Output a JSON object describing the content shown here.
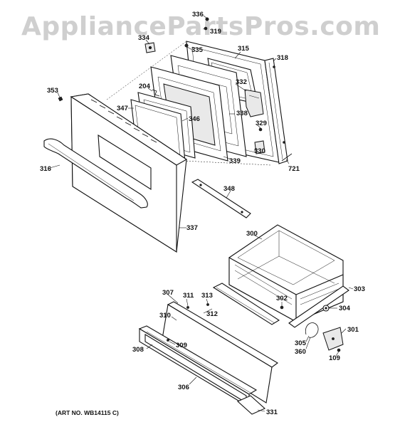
{
  "watermark": "AppliancePartsPros.com",
  "art_number": "(ART NO. WB14115 C)",
  "callouts": [
    {
      "id": "c336",
      "text": "336"
    },
    {
      "id": "c319",
      "text": "319"
    },
    {
      "id": "c334",
      "text": "334"
    },
    {
      "id": "c335",
      "text": "335"
    },
    {
      "id": "c315",
      "text": "315"
    },
    {
      "id": "c318",
      "text": "318"
    },
    {
      "id": "c353",
      "text": "353"
    },
    {
      "id": "c204",
      "text": "204"
    },
    {
      "id": "c332",
      "text": "332"
    },
    {
      "id": "c347",
      "text": "347"
    },
    {
      "id": "c346",
      "text": "346"
    },
    {
      "id": "c338",
      "text": "338"
    },
    {
      "id": "c329",
      "text": "329"
    },
    {
      "id": "c330",
      "text": "330"
    },
    {
      "id": "c339",
      "text": "339"
    },
    {
      "id": "c721",
      "text": "721"
    },
    {
      "id": "c316",
      "text": "316"
    },
    {
      "id": "c348",
      "text": "348"
    },
    {
      "id": "c337",
      "text": "337"
    },
    {
      "id": "c300",
      "text": "300"
    },
    {
      "id": "c307",
      "text": "307"
    },
    {
      "id": "c311",
      "text": "311"
    },
    {
      "id": "c313",
      "text": "313"
    },
    {
      "id": "c312",
      "text": "312"
    },
    {
      "id": "c302",
      "text": "302"
    },
    {
      "id": "c303",
      "text": "303"
    },
    {
      "id": "c304",
      "text": "304"
    },
    {
      "id": "c310",
      "text": "310"
    },
    {
      "id": "c301",
      "text": "301"
    },
    {
      "id": "c308",
      "text": "308"
    },
    {
      "id": "c309",
      "text": "309"
    },
    {
      "id": "c305",
      "text": "305"
    },
    {
      "id": "c360",
      "text": "360"
    },
    {
      "id": "c109",
      "text": "109"
    },
    {
      "id": "c306",
      "text": "306"
    },
    {
      "id": "c331",
      "text": "331"
    }
  ]
}
